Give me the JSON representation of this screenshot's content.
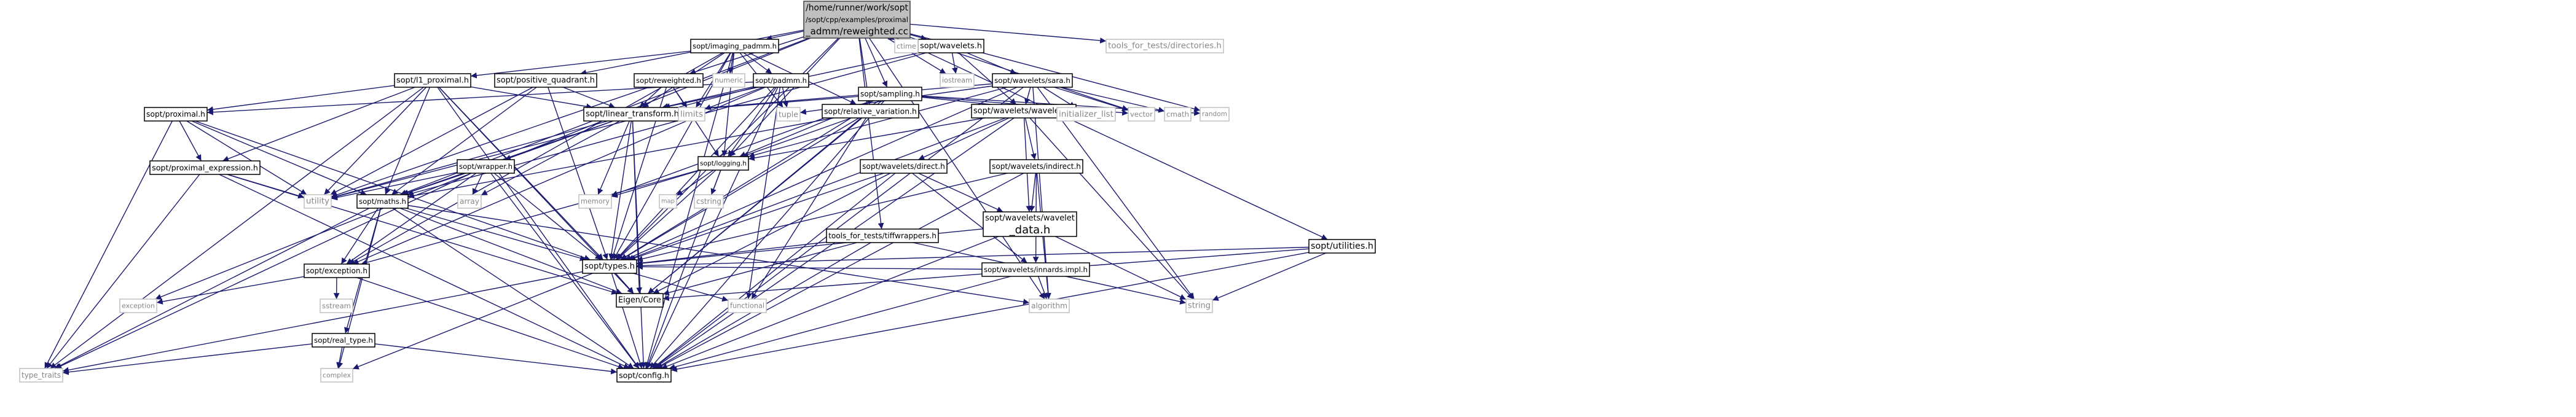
{
  "diagram": {
    "nodes": [
      {
        "id": "root",
        "lines": [
          "/home/runner/work/sopt",
          "/sopt/cpp/examples/proximal",
          "_admm/reweighted.cc"
        ]
      },
      {
        "id": "imaging_padmm",
        "lines": [
          "sopt/imaging_padmm.h"
        ]
      },
      {
        "id": "wavelets",
        "lines": [
          "sopt/wavelets.h"
        ]
      },
      {
        "id": "ctime",
        "lines": [
          "ctime"
        ]
      },
      {
        "id": "tools_dirs",
        "lines": [
          "tools_for_tests/directories.h"
        ]
      },
      {
        "id": "l1_proximal",
        "lines": [
          "sopt/l1_proximal.h"
        ]
      },
      {
        "id": "positive_quadrant",
        "lines": [
          "sopt/positive_quadrant.h"
        ]
      },
      {
        "id": "reweighted",
        "lines": [
          "sopt/reweighted.h"
        ]
      },
      {
        "id": "numeric",
        "lines": [
          "numeric"
        ]
      },
      {
        "id": "padmm",
        "lines": [
          "sopt/padmm.h"
        ]
      },
      {
        "id": "iostream",
        "lines": [
          "iostream"
        ]
      },
      {
        "id": "sara",
        "lines": [
          "sopt/wavelets/sara.h"
        ]
      },
      {
        "id": "sampling",
        "lines": [
          "sopt/sampling.h"
        ]
      },
      {
        "id": "proximal",
        "lines": [
          "sopt/proximal.h"
        ]
      },
      {
        "id": "linear_transform",
        "lines": [
          "sopt/linear_transform.h"
        ]
      },
      {
        "id": "limits",
        "lines": [
          "limits"
        ]
      },
      {
        "id": "tuple",
        "lines": [
          "tuple"
        ]
      },
      {
        "id": "relative_variation",
        "lines": [
          "sopt/relative_variation.h"
        ]
      },
      {
        "id": "wavelets_wavelets",
        "lines": [
          "sopt/wavelets/wavelets.h"
        ]
      },
      {
        "id": "initializer_list",
        "lines": [
          "initializer_list"
        ]
      },
      {
        "id": "vector",
        "lines": [
          "vector"
        ]
      },
      {
        "id": "cmath",
        "lines": [
          "cmath"
        ]
      },
      {
        "id": "random",
        "lines": [
          "random"
        ]
      },
      {
        "id": "proximal_expression",
        "lines": [
          "sopt/proximal_expression.h"
        ]
      },
      {
        "id": "wrapper",
        "lines": [
          "sopt/wrapper.h"
        ]
      },
      {
        "id": "logging",
        "lines": [
          "sopt/logging.h"
        ]
      },
      {
        "id": "direct",
        "lines": [
          "sopt/wavelets/direct.h"
        ]
      },
      {
        "id": "indirect",
        "lines": [
          "sopt/wavelets/indirect.h"
        ]
      },
      {
        "id": "utility",
        "lines": [
          "utility"
        ]
      },
      {
        "id": "array",
        "lines": [
          "array"
        ]
      },
      {
        "id": "maths",
        "lines": [
          "sopt/maths.h"
        ]
      },
      {
        "id": "map",
        "lines": [
          "map"
        ]
      },
      {
        "id": "cstring",
        "lines": [
          "cstring"
        ]
      },
      {
        "id": "memory",
        "lines": [
          "memory"
        ]
      },
      {
        "id": "tiffwrappers",
        "lines": [
          "tools_for_tests/tiffwrappers.h"
        ]
      },
      {
        "id": "wavelet_data",
        "lines": [
          "sopt/wavelets/wavelet",
          "_data.h"
        ]
      },
      {
        "id": "utilities",
        "lines": [
          "sopt/utilities.h"
        ]
      },
      {
        "id": "exception_h",
        "lines": [
          "sopt/exception.h"
        ]
      },
      {
        "id": "types",
        "lines": [
          "sopt/types.h"
        ]
      },
      {
        "id": "innards",
        "lines": [
          "sopt/wavelets/innards.impl.h"
        ]
      },
      {
        "id": "exception",
        "lines": [
          "exception"
        ]
      },
      {
        "id": "sstream",
        "lines": [
          "sstream"
        ]
      },
      {
        "id": "eigen_core",
        "lines": [
          "Eigen/Core"
        ]
      },
      {
        "id": "functional",
        "lines": [
          "functional"
        ]
      },
      {
        "id": "algorithm",
        "lines": [
          "algorithm"
        ]
      },
      {
        "id": "string",
        "lines": [
          "string"
        ]
      },
      {
        "id": "real_type",
        "lines": [
          "sopt/real_type.h"
        ]
      },
      {
        "id": "type_traits",
        "lines": [
          "type_traits"
        ]
      },
      {
        "id": "complex",
        "lines": [
          "complex"
        ]
      },
      {
        "id": "config",
        "lines": [
          "sopt/config.h"
        ]
      }
    ]
  }
}
